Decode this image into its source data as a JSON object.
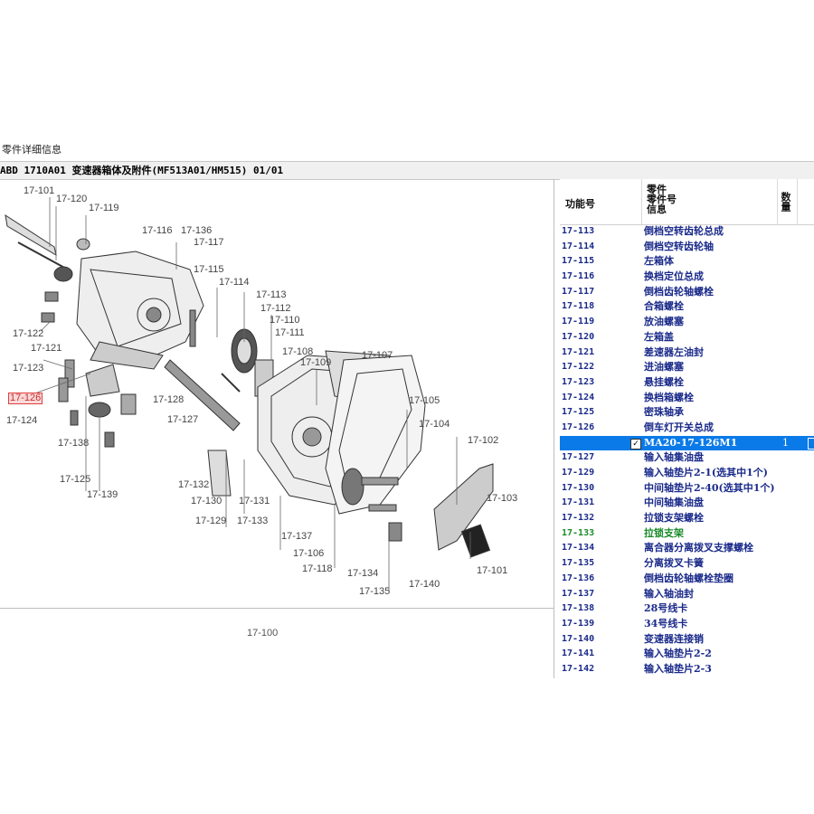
{
  "tab": {
    "label": "零件详细信息"
  },
  "title": {
    "text": "ABD 1710A01 变速器箱体及附件(MF513A01/HM515) 01/01"
  },
  "diagram": {
    "page_label": "17-100",
    "callouts": [
      "17-101",
      "17-120",
      "17-119",
      "17-116",
      "17-136",
      "17-117",
      "17-115",
      "17-114",
      "17-113",
      "17-112",
      "17-110",
      "17-111",
      "17-108",
      "17-109",
      "17-107",
      "17-105",
      "17-104",
      "17-102",
      "17-103",
      "17-101",
      "17-122",
      "17-121",
      "17-123",
      "17-126",
      "17-124",
      "17-138",
      "17-125",
      "17-139",
      "17-128",
      "17-127",
      "17-132",
      "17-130",
      "17-129",
      "17-131",
      "17-133",
      "17-137",
      "17-106",
      "17-118",
      "17-134",
      "17-135",
      "17-140"
    ],
    "highlight_color": "#e04040"
  },
  "parts": {
    "headers": {
      "code": "功能号",
      "name": "零件\n零件号\n信息",
      "qty": "数量"
    },
    "rows": [
      {
        "code": "17-113",
        "name": "倒档空转齿轮总成"
      },
      {
        "code": "17-114",
        "name": "倒档空转齿轮轴"
      },
      {
        "code": "17-115",
        "name": "左箱体"
      },
      {
        "code": "17-116",
        "name": "换档定位总成"
      },
      {
        "code": "17-117",
        "name": "倒档齿轮轴螺栓"
      },
      {
        "code": "17-118",
        "name": "合箱螺栓"
      },
      {
        "code": "17-119",
        "name": "放油螺塞"
      },
      {
        "code": "17-120",
        "name": "左箱盖"
      },
      {
        "code": "17-121",
        "name": "差速器左油封"
      },
      {
        "code": "17-122",
        "name": "进油螺塞"
      },
      {
        "code": "17-123",
        "name": "悬挂螺栓"
      },
      {
        "code": "17-124",
        "name": "换档箱螺栓"
      },
      {
        "code": "17-125",
        "name": "密珠轴承"
      },
      {
        "code": "17-126",
        "name": "倒车灯开关总成"
      },
      {
        "code": "",
        "name": "MA20-17-126M1",
        "qty": "1",
        "selected": true,
        "check": "✓"
      },
      {
        "code": "17-127",
        "name": "输入轴集油盘"
      },
      {
        "code": "17-129",
        "name": "输入轴垫片2-1(选其中1个)"
      },
      {
        "code": "17-130",
        "name": "中间轴垫片2-40(选其中1个)"
      },
      {
        "code": "17-131",
        "name": "中间轴集油盘"
      },
      {
        "code": "17-132",
        "name": "拉锁支架螺栓"
      },
      {
        "code": "17-133",
        "name": "拉锁支架",
        "green": true
      },
      {
        "code": "17-134",
        "name": "离合器分离拨叉支撑螺栓"
      },
      {
        "code": "17-135",
        "name": "分离拨叉卡簧"
      },
      {
        "code": "17-136",
        "name": "倒档齿轮轴螺栓垫圈"
      },
      {
        "code": "17-137",
        "name": "输入轴油封"
      },
      {
        "code": "17-138",
        "name": "28号线卡"
      },
      {
        "code": "17-139",
        "name": "34号线卡"
      },
      {
        "code": "17-140",
        "name": "变速器连接销"
      },
      {
        "code": "17-141",
        "name": "输入轴垫片2-2"
      },
      {
        "code": "17-142",
        "name": "输入轴垫片2-3"
      }
    ],
    "selected_color": "#0a7ae8",
    "text_color": "#1a2a8a",
    "green_color": "#1a8a2a"
  }
}
